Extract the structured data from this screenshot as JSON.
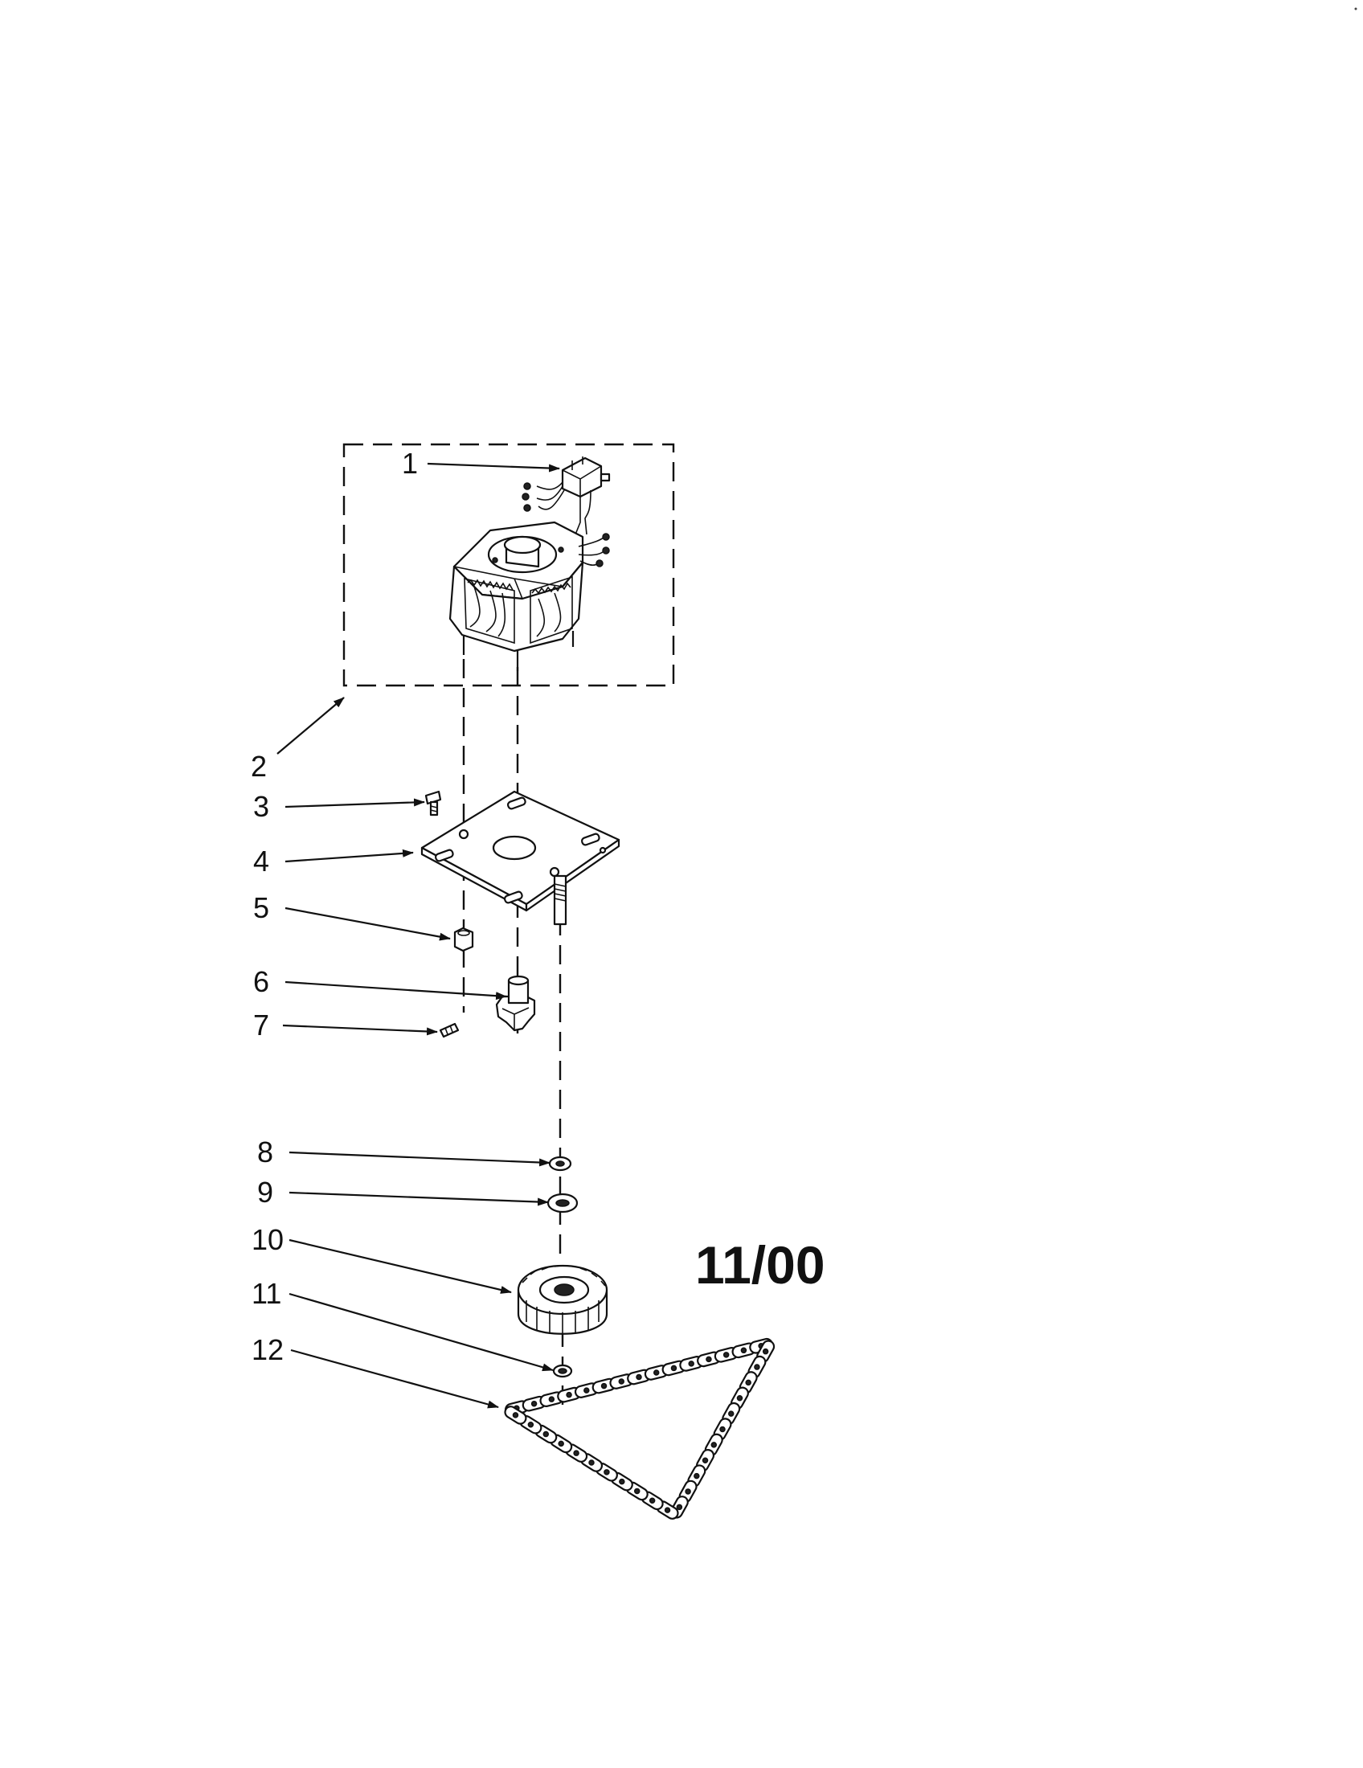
{
  "callouts": {
    "c1": "1",
    "c2": "2",
    "c3": "3",
    "c4": "4",
    "c5": "5",
    "c6": "6",
    "c7": "7",
    "c8": "8",
    "c9": "9",
    "c10": "10",
    "c11": "11",
    "c12": "12"
  },
  "revision_date": "11/00"
}
